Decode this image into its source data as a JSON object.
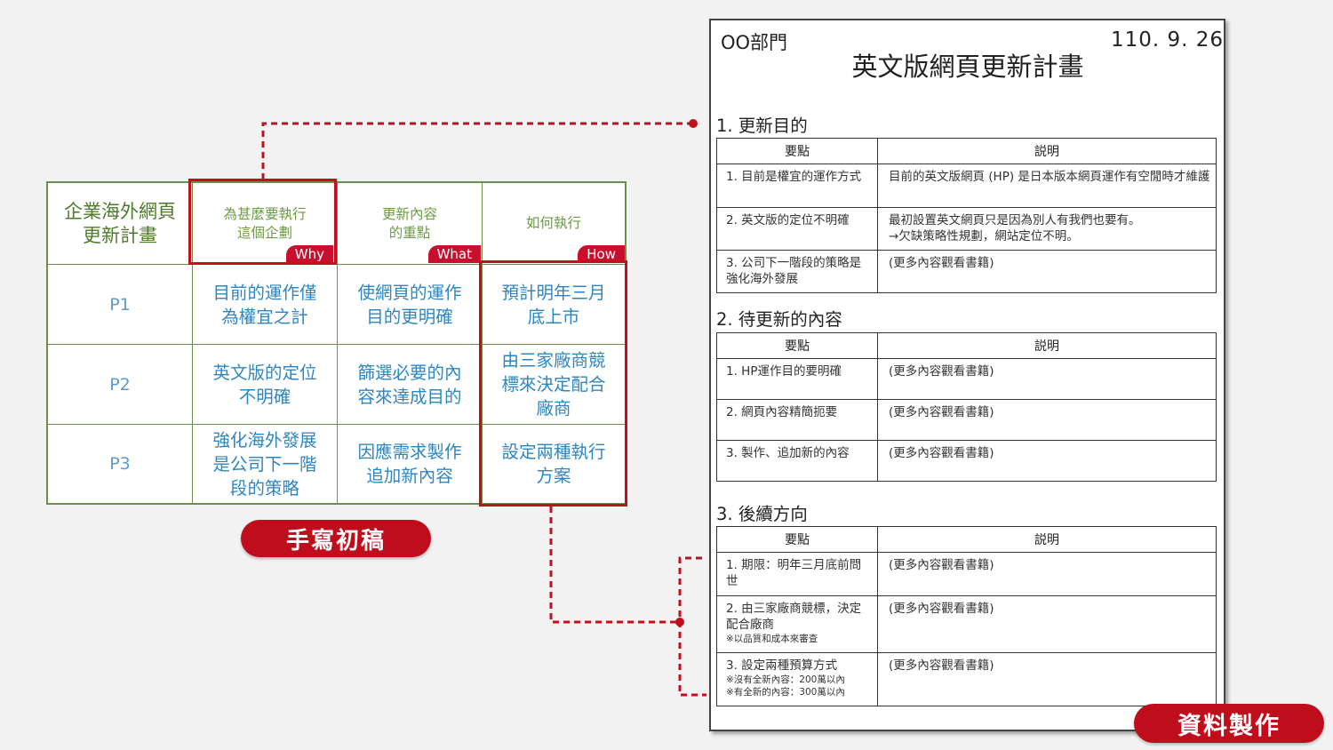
{
  "draft": {
    "corner_line1": "企業海外網頁",
    "corner_line2": "更新計畫",
    "headers": [
      {
        "line1": "為甚麼要執行",
        "line2": "這個企劃",
        "tag": "Why"
      },
      {
        "line1": "更新內容",
        "line2": "的重點",
        "tag": "What"
      },
      {
        "line1": "如何執行",
        "line2": "",
        "tag": "How"
      }
    ],
    "rows": [
      {
        "label": "P1",
        "cells": [
          [
            "目前的運作僅",
            "為權宜之計"
          ],
          [
            "使網頁的運作",
            "目的更明確"
          ],
          [
            "預計明年三月",
            "底上市"
          ]
        ]
      },
      {
        "label": "P2",
        "cells": [
          [
            "英文版的定位",
            "不明確"
          ],
          [
            "篩選必要的內",
            "容來達成目的"
          ],
          [
            "由三家廠商競",
            "標來決定配合",
            "廠商"
          ]
        ]
      },
      {
        "label": "P3",
        "cells": [
          [
            "強化海外發展",
            "是公司下一階",
            "段的策略"
          ],
          [
            "因應需求製作",
            "追加新內容"
          ],
          [
            "設定兩種執行",
            "方案"
          ]
        ]
      }
    ],
    "badge": "手寫初稿"
  },
  "document": {
    "dept": "OO部門",
    "date": "110. 9. 26",
    "title": "英文版網頁更新計畫",
    "col_key": "要點",
    "col_desc": "説明",
    "sections": [
      {
        "heading": "1. 更新目的",
        "rows": [
          {
            "key": "1. 目前是權宜的運作方式",
            "desc": "目前的英文版網頁 (HP) 是日本版本網頁運作有空閒時才維護"
          },
          {
            "key": "2. 英文版的定位不明確",
            "desc": "最初設置英文網頁只是因為別人有我們也要有。",
            "desc2": "→欠缺策略性規劃，網站定位不明。"
          },
          {
            "key": "3. 公司下一階段的策略是強化海外發展",
            "desc": "(更多內容觀看書籍)"
          }
        ]
      },
      {
        "heading": "2. 待更新的內容",
        "rows": [
          {
            "key": "1. HP運作目的要明確",
            "desc": "(更多內容觀看書籍)"
          },
          {
            "key": "2. 網頁內容精簡扼要",
            "desc": "(更多內容觀看書籍)"
          },
          {
            "key": "3. 製作、追加新的內容",
            "desc": "(更多內容觀看書籍)"
          }
        ]
      },
      {
        "heading": "3. 後續方向",
        "rows": [
          {
            "key": "1. 期限：明年三月底前問世",
            "desc": "(更多內容觀看書籍)"
          },
          {
            "key": "2. 由三家廠商競標，決定配合廠商",
            "note1": "※以品質和成本來審查",
            "desc": "(更多內容觀看書籍)"
          },
          {
            "key": "3. 設定兩種預算方式",
            "note1": "※沒有全新內容：200萬以內",
            "note2": "※有全新的內容：300萬以內",
            "desc": "(更多內容觀看書籍)"
          }
        ]
      }
    ],
    "badge": "資料製作"
  },
  "colors": {
    "accent_red": "#c00d1c",
    "grid_green": "#6b8f4e",
    "value_blue": "#2e86c1"
  }
}
